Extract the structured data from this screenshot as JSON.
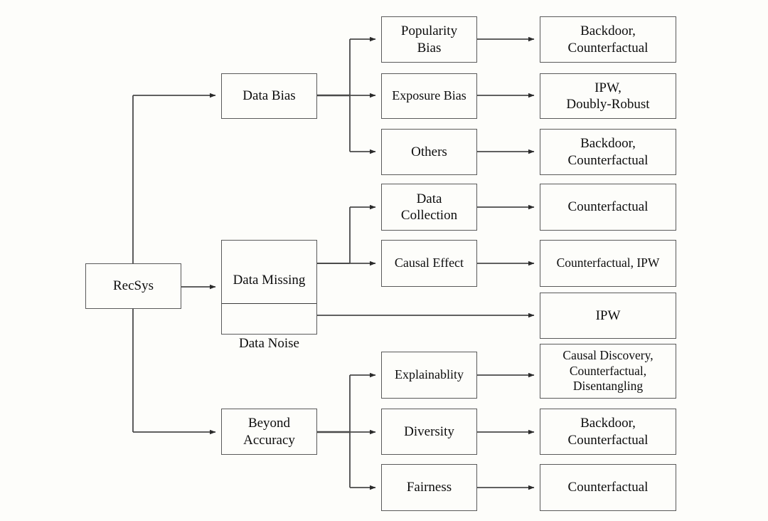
{
  "diagram": {
    "title": "RecSys causal taxonomy tree",
    "colors": {
      "background": "#fdfdfa",
      "box_border": "#5a5a5a",
      "edge": "#4a4a4a",
      "text": "#0d0d0d"
    },
    "root": {
      "label": "RecSys"
    },
    "branches": [
      {
        "label": "Data Bias",
        "children": [
          {
            "label": "Popularity\nBias",
            "methods": "Backdoor,\nCounterfactual"
          },
          {
            "label": "Exposure Bias",
            "methods": "IPW,\nDoubly-Robust"
          },
          {
            "label": "Others",
            "methods": "Backdoor,\nCounterfactual"
          }
        ]
      },
      {
        "label": "Data Missing",
        "label_secondary": "Data Noise",
        "children": [
          {
            "label": "Data\nCollection",
            "methods": "Counterfactual"
          },
          {
            "label": "Causal Effect",
            "methods": "Counterfactual, IPW"
          }
        ],
        "secondary_methods": "IPW"
      },
      {
        "label": "Beyond\nAccuracy",
        "children": [
          {
            "label": "Explainablity",
            "methods": "Causal Discovery,\nCounterfactual,\nDisentangling"
          },
          {
            "label": "Diversity",
            "methods": "Backdoor,\nCounterfactual"
          },
          {
            "label": "Fairness",
            "methods": "Counterfactual"
          }
        ]
      }
    ]
  }
}
